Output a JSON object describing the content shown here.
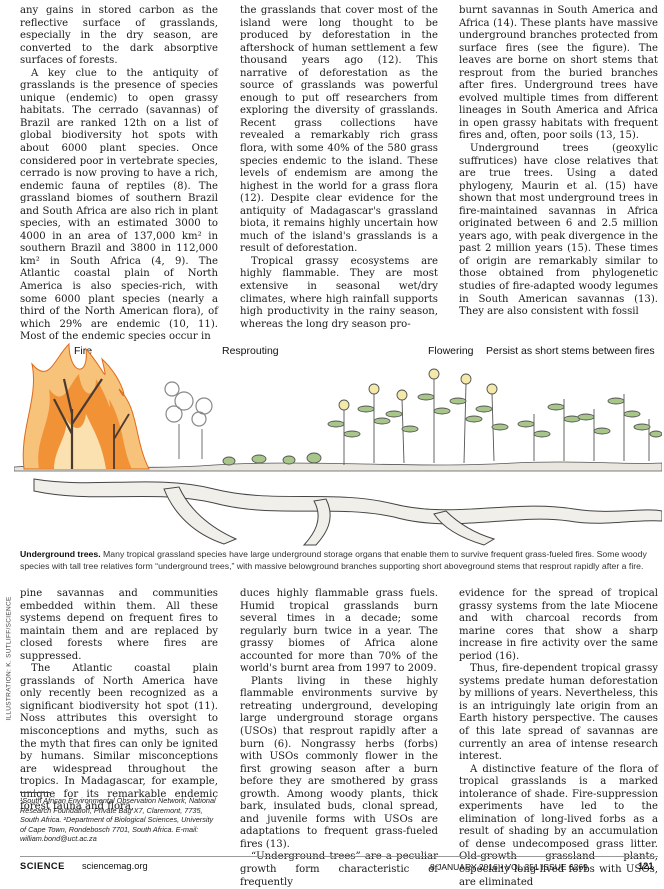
{
  "col1_top": [
    "any gains in stored carbon as the reflective surface of grasslands, especially in the dry season, are converted to the dark absorptive surfaces of forests.",
    "A key clue to the antiquity of grasslands is the presence of species unique (endemic) to open grassy habitats. The cerrado (savannas) of Brazil are ranked 12th on a list of global biodiversity hot spots with about 6000 plant species. Once considered poor in vertebrate species, cerrado is now proving to have a rich, endemic fauna of reptiles (8). The grassland biomes of southern Brazil and South Africa are also rich in plant species, with an estimated 3000 to 4000 in an area of 137,000 km² in southern Brazil and 3800 in 112,000 km² in South Africa (4, 9). The Atlantic coastal plain of North America is also species-rich, with some 6000 plant species (nearly a third of the North American flora), of which 29% are endemic (10, 11). Most of the endemic species occur in"
  ],
  "col2_top": [
    "the grasslands that cover most of the island were long thought to be produced by deforestation in the aftershock of human settlement a few thousand years ago (12). This narrative of deforestation as the source of grasslands was powerful enough to put off researchers from exploring the diversity of grasslands. Recent grass collections have revealed a remarkably rich grass flora, with some 40% of the 580 grass species endemic to the island. These levels of endemism are among the highest in the world for a grass flora (12). Despite clear evidence for the antiquity of Madagascar's grassland biota, it remains highly uncertain how much of the island's grasslands is a result of deforestation.",
    "Tropical grassy ecosystems are highly flammable. They are most extensive in seasonal wet/dry climates, where high rainfall supports high productivity in the rainy season, whereas the long dry season pro-"
  ],
  "col3_top": [
    "burnt savannas in South America and Africa (14). These plants have massive underground branches protected from surface fires (see the figure). The leaves are borne on short stems that resprout from the buried branches after fires. Underground trees have evolved multiple times from different lineages in South America and Africa in open grassy habitats with frequent fires and, often, poor soils (13, 15).",
    "Underground trees (geoxylic suffrutices) have close relatives that are true trees. Using a dated phylogeny, Maurin et al. (15) have shown that most underground trees in fire-maintained savannas in Africa originated between 6 and 2.5 million years ago, with peak divergence in the past 2 million years (15). These times of origin are remarkably similar to those obtained from phylogenetic studies of fire-adapted woody legumes in South American savannas (13). They are also consistent with fossil"
  ],
  "figure": {
    "labels": {
      "fire": "Fire",
      "resprouting": "Resprouting",
      "flowering": "Flowering",
      "persist": "Persist as short stems between fires"
    },
    "caption_title": "Underground trees.",
    "caption_text": " Many tropical grassland species have large underground storage organs that enable them to survive frequent grass-fueled fires. Some woody species with tall tree relatives form “underground trees,” with massive belowground branches supporting short aboveground stems that resprout rapidly after a fire.",
    "credit": "ILLUSTRATION: K. SUTLIFF/SCIENCE",
    "colors": {
      "flame": "#f08a2c",
      "flame_light": "#f7c27a",
      "leaf": "#a9c68a",
      "flower": "#f4e9a8",
      "stem": "#555555"
    }
  },
  "col1_bottom": [
    "pine savannas and communities embedded within them. All these systems depend on frequent fires to maintain them and are replaced by closed forests where fires are suppressed.",
    "The Atlantic coastal plain grasslands of North America have only recently been recognized as a significant biodiversity hot spot (11). Noss attributes this oversight to misconceptions and myths, such as the myth that fires can only be ignited by humans. Similar misconceptions are widespread throughout the tropics. In Madagascar, for example, unique for its remarkable endemic forest fauna and flora,"
  ],
  "footnote": "¹South African Environmental Observation Network, National Research Foundation, Private Bag X7, Claremont, 7735, South Africa. ²Department of Biological Sciences, University of Cape Town, Rondebosch 7701, South Africa. E-mail: william.bond@uct.ac.za",
  "col2_bottom": [
    "duces highly flammable grass fuels. Humid tropical grasslands burn several times in a decade; some regularly burn twice in a year. The grassy biomes of Africa alone accounted for more than 70% of the world's burnt area from 1997 to 2009.",
    "Plants living in these highly flammable environments survive by retreating underground, developing large underground storage organs (USOs) that resprout rapidly after a burn (6). Nongrassy herbs (forbs) with USOs commonly flower in the first growing season after a burn before they are smothered by grass growth. Among woody plants, thick bark, insulated buds, clonal spread, and juvenile forms with USOs are adaptations to frequent grass-fueled fires (13).",
    "“Underground trees” are a peculiar growth form characteristic of frequently"
  ],
  "col3_bottom": [
    "evidence for the spread of tropical grassy systems from the late Miocene and with charcoal records from marine cores that show a sharp increase in fire activity over the same period (16).",
    "Thus, fire-dependent tropical grassy systems predate human deforestation by millions of years. Nevertheless, this is an intriguingly late origin from an Earth history perspective. The causes of this late spread of savannas are currently an area of intense research interest.",
    "A distinctive feature of the flora of tropical grasslands is a marked intolerance of shade. Fire-suppression experiments have led to the elimination of long-lived forbs as a result of shading by an accumulation of dense undecomposed grass litter. Old-growth grassland plants, especially long-lived forbs with USOs, are eliminated"
  ],
  "footer": {
    "journal": "SCIENCE",
    "site": "sciencemag.org",
    "issue": "8 JANUARY 2016 • VOL 351 ISSUE 6269",
    "page": "121"
  }
}
